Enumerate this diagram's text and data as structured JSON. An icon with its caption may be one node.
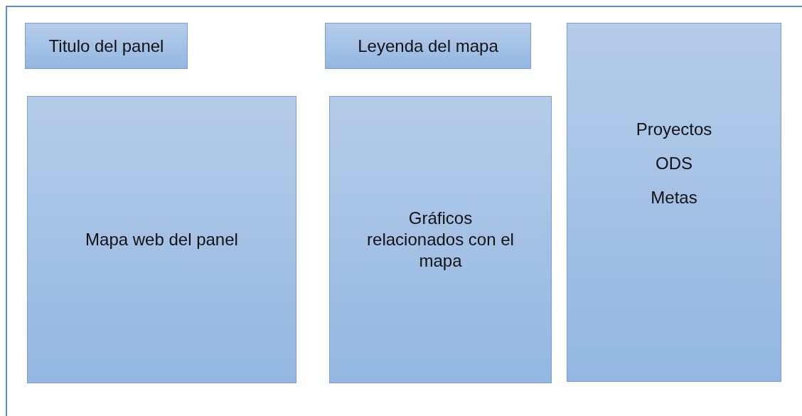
{
  "diagram": {
    "nodes": [
      {
        "text": [],
        "shape": "box"
      },
      {
        "text": [
          "Titulo del panel"
        ],
        "in": 0
      },
      {
        "text": [
          "Leyenda del mapa"
        ],
        "in": 0
      },
      {
        "text": [
          "Proyectos",
          "ODS",
          "Metas"
        ],
        "in": 0
      },
      {
        "text": [
          "Mapa web del panel"
        ],
        "in": 0
      },
      {
        "text": [
          "Gráficos relacionados con el mapa"
        ],
        "in": 0
      }
    ]
  }
}
